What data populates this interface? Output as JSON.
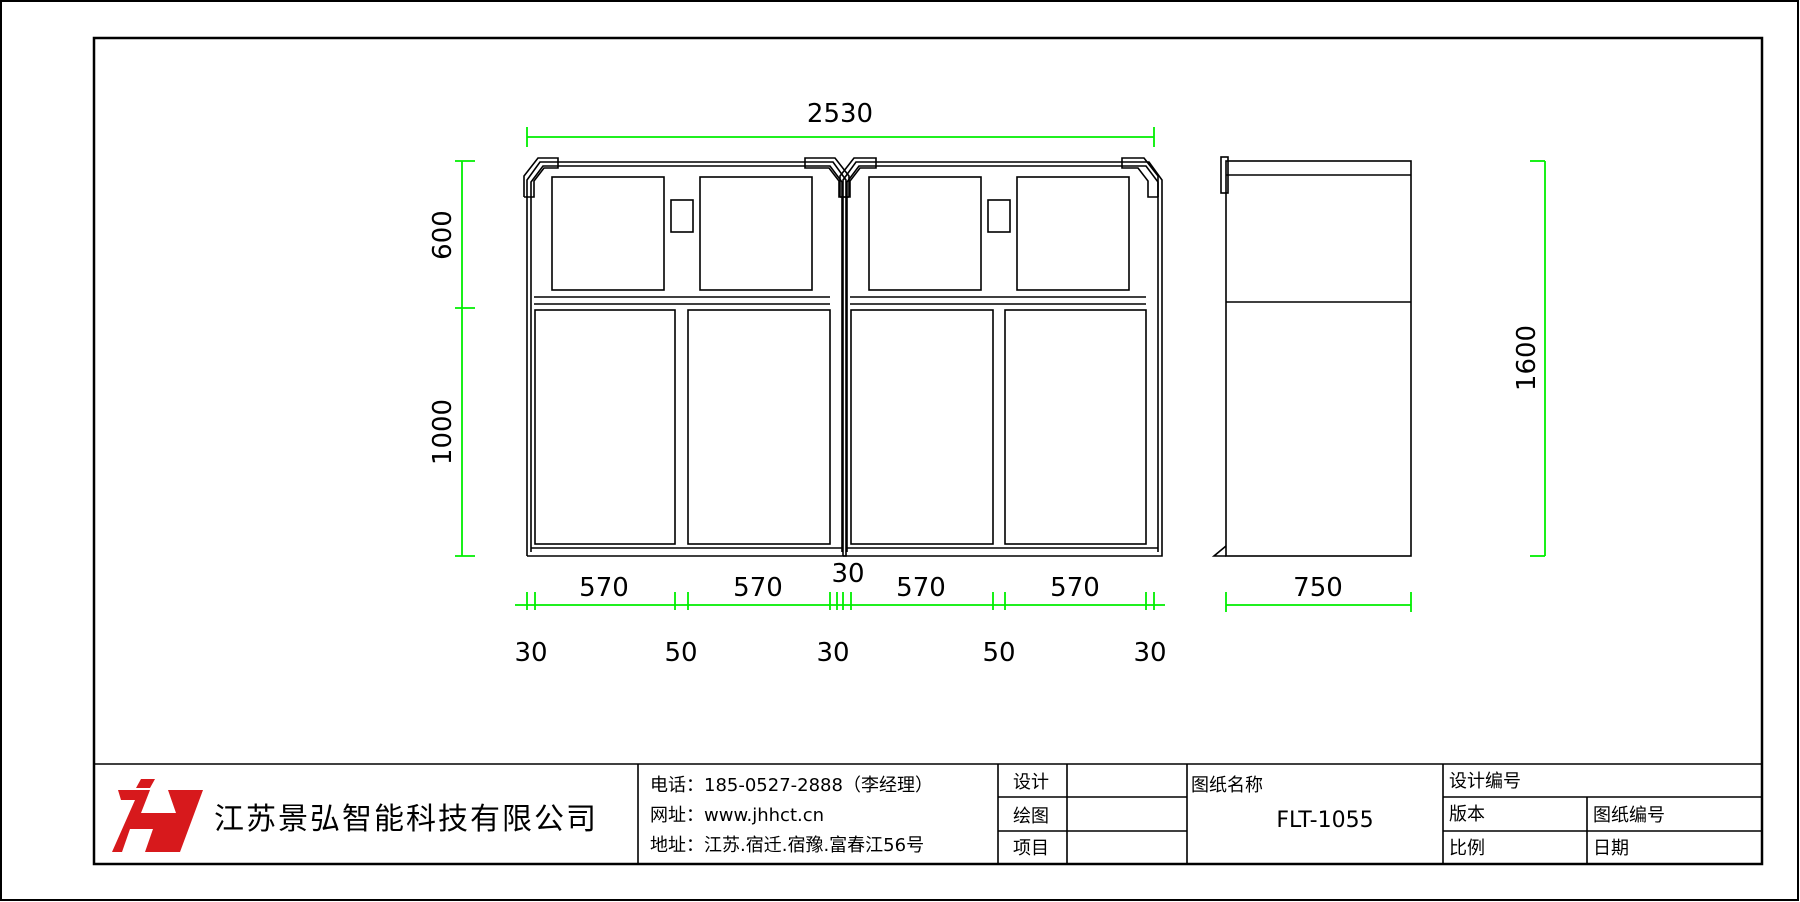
{
  "drawing": {
    "dimensions": {
      "overall_width": "2530",
      "upper_height": "600",
      "lower_height": "1000",
      "total_height": "1600",
      "depth": "750",
      "bay_a1": "570",
      "bay_a2": "570",
      "bay_b1": "570",
      "bay_b2": "570",
      "gap_center": "30",
      "gap_1": "30",
      "gap_2": "50",
      "gap_3": "30",
      "gap_4": "50",
      "gap_5": "30"
    }
  },
  "title_block": {
    "company": "江苏景弘智能科技有限公司",
    "logo_text": "JH",
    "phone": "电话：185-0527-2888（李经理）",
    "website": "网址：www.jhhct.cn",
    "address": "地址：江苏.宿迁.宿豫.富春江56号",
    "label_design": "设计",
    "label_drawing": "绘图",
    "label_project": "项目",
    "label_drawing_name": "图纸名称",
    "drawing_name": "FLT-1055",
    "label_design_no": "设计编号",
    "label_version": "版本",
    "label_drawing_no": "图纸编号",
    "label_scale": "比例",
    "label_date": "日期"
  },
  "colors": {
    "line": "#000000",
    "dimension": "#00ee00",
    "logo": "#d7191c"
  }
}
